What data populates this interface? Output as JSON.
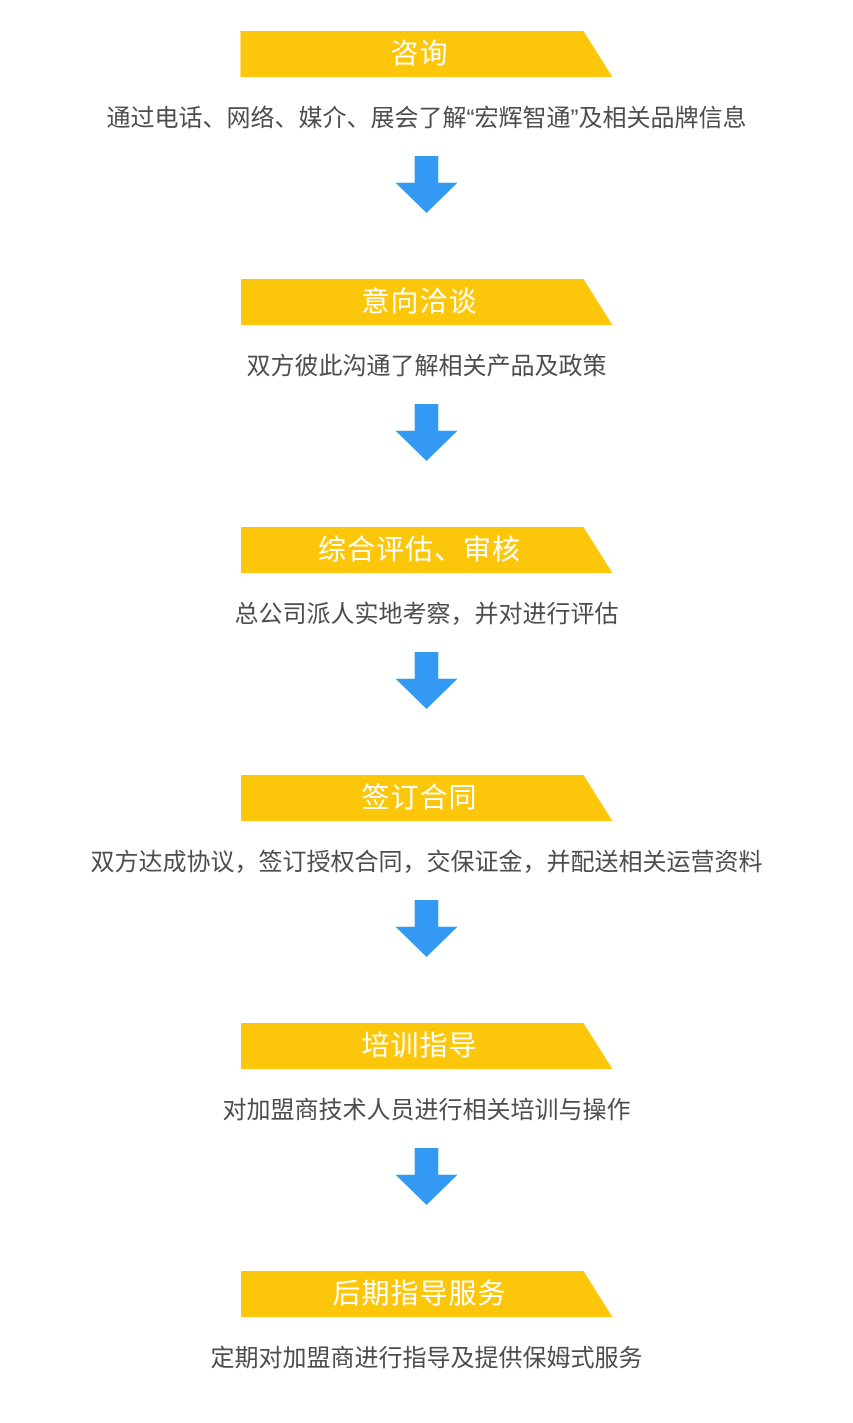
{
  "page": {
    "background_color": "#ffffff",
    "description": "Franchise joining process flowchart"
  },
  "colors": {
    "banner_yellow": "#fcc70a",
    "arrow_blue": "#3399f2",
    "banner_title_text": "#ffffff",
    "step_description_text": "#4d4d4d"
  },
  "icons": {
    "between_steps": "down-arrow"
  },
  "steps": [
    {
      "title": "咨询",
      "description": "通过电话、网络、媒介、展会了解“宏辉智通”及相关品牌信息"
    },
    {
      "title": "意向洽谈",
      "description": "双方彼此沟通了解相关产品及政策"
    },
    {
      "title": "综合评估、审核",
      "description": "总公司派人实地考察，并对进行评估"
    },
    {
      "title": "签订合同",
      "description": "双方达成协议，签订授权合同，交保证金，并配送相关运营资料"
    },
    {
      "title": "培训指导",
      "description": "对加盟商技术人员进行相关培训与操作"
    },
    {
      "title": "后期指导服务",
      "description": "定期对加盟商进行指导及提供保姆式服务"
    }
  ]
}
